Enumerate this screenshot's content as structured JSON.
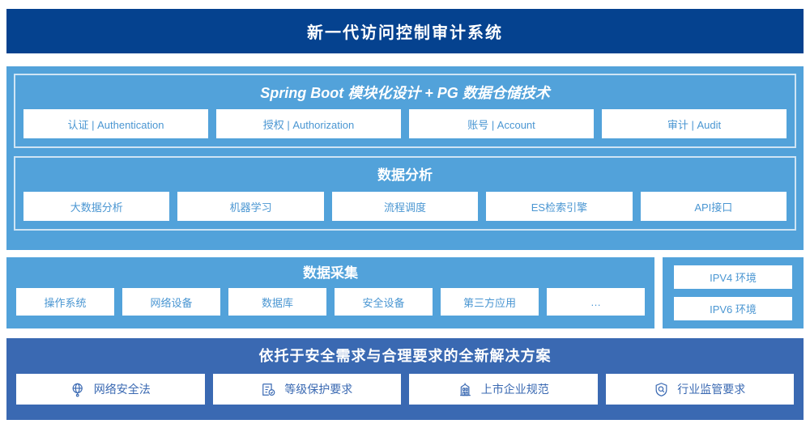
{
  "header": {
    "title": "新一代访问控制审计系统",
    "bg_color": "#05428f"
  },
  "colors": {
    "panel_blue": "#52a2da",
    "compliance_blue": "#3a69b2",
    "chip_text": "#4a96d2",
    "chip_bg": "#ffffff",
    "subpanel_border": "#cfe4f4"
  },
  "architecture": {
    "platform": {
      "title": "Spring Boot 模块化设计 + PG 数据仓储技术",
      "modules": [
        {
          "label": "认证 | Authentication"
        },
        {
          "label": "授权 | Authorization"
        },
        {
          "label": "账号 | Account"
        },
        {
          "label": "审计 | Audit"
        }
      ]
    },
    "analytics": {
      "title": "数据分析",
      "modules": [
        {
          "label": "大数据分析"
        },
        {
          "label": "机器学习"
        },
        {
          "label": "流程调度"
        },
        {
          "label": "ES检索引擎"
        },
        {
          "label": "API接口"
        }
      ]
    }
  },
  "collection": {
    "title": "数据采集",
    "sources": [
      {
        "label": "操作系统"
      },
      {
        "label": "网络设备"
      },
      {
        "label": "数据库"
      },
      {
        "label": "安全设备"
      },
      {
        "label": "第三方应用"
      },
      {
        "label": "…"
      }
    ]
  },
  "environments": {
    "items": [
      {
        "label": "IPV4 环境"
      },
      {
        "label": "IPV6 环境"
      }
    ]
  },
  "compliance": {
    "title": "依托于安全需求与合理要求的全新解决方案",
    "items": [
      {
        "label": "网络安全法",
        "icon": "globe-network-icon"
      },
      {
        "label": "等级保护要求",
        "icon": "document-check-icon"
      },
      {
        "label": "上市企业规范",
        "icon": "bank-building-icon"
      },
      {
        "label": "行业监管要求",
        "icon": "shield-search-icon"
      }
    ]
  }
}
